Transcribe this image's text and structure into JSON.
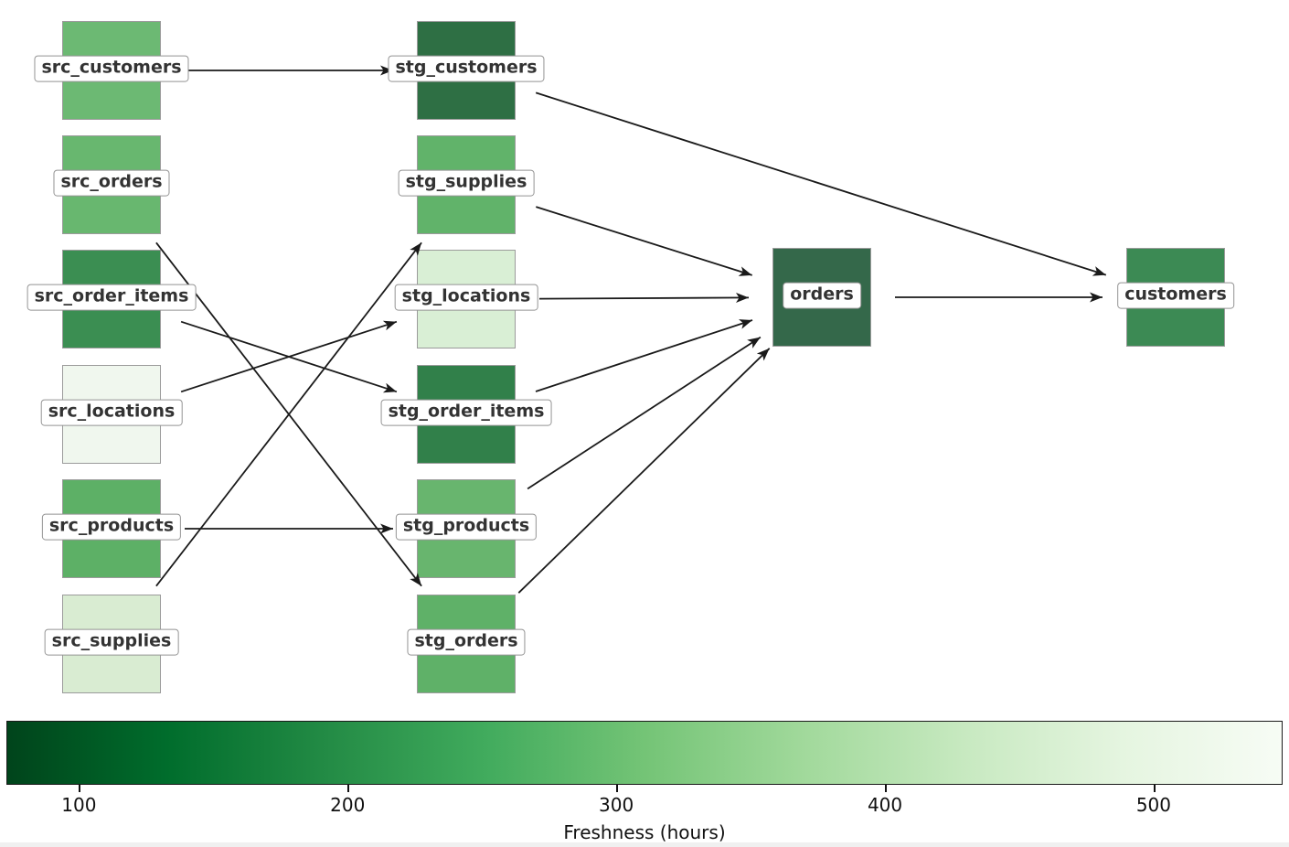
{
  "diagram": {
    "type": "dag-lineage",
    "nodes": [
      {
        "id": "src_customers",
        "label": "src_customers",
        "color": "#6cb973",
        "col": 0,
        "row": 0
      },
      {
        "id": "src_orders",
        "label": "src_orders",
        "color": "#68b76f",
        "col": 0,
        "row": 1
      },
      {
        "id": "src_order_items",
        "label": "src_order_items",
        "color": "#3b8e52",
        "col": 0,
        "row": 2
      },
      {
        "id": "src_locations",
        "label": "src_locations",
        "color": "#f0f7ee",
        "col": 0,
        "row": 3
      },
      {
        "id": "src_products",
        "label": "src_products",
        "color": "#5db066",
        "col": 0,
        "row": 4
      },
      {
        "id": "src_supplies",
        "label": "src_supplies",
        "color": "#d9ecd2",
        "col": 0,
        "row": 5
      },
      {
        "id": "stg_customers",
        "label": "stg_customers",
        "color": "#2e6f44",
        "col": 1,
        "row": 0
      },
      {
        "id": "stg_supplies",
        "label": "stg_supplies",
        "color": "#61b36a",
        "col": 1,
        "row": 1
      },
      {
        "id": "stg_locations",
        "label": "stg_locations",
        "color": "#d9efd5",
        "col": 1,
        "row": 2
      },
      {
        "id": "stg_order_items",
        "label": "stg_order_items",
        "color": "#31804a",
        "col": 1,
        "row": 3
      },
      {
        "id": "stg_products",
        "label": "stg_products",
        "color": "#68b56e",
        "col": 1,
        "row": 4
      },
      {
        "id": "stg_orders",
        "label": "stg_orders",
        "color": "#5fb168",
        "col": 1,
        "row": 5
      },
      {
        "id": "orders",
        "label": "orders",
        "color": "#34684a",
        "col": 2,
        "row": 6
      },
      {
        "id": "customers",
        "label": "customers",
        "color": "#3c8a54",
        "col": 3,
        "row": 6
      }
    ],
    "edges": [
      {
        "from": "src_customers",
        "to": "stg_customers"
      },
      {
        "from": "src_orders",
        "to": "stg_orders"
      },
      {
        "from": "src_order_items",
        "to": "stg_order_items"
      },
      {
        "from": "src_locations",
        "to": "stg_locations"
      },
      {
        "from": "src_products",
        "to": "stg_products"
      },
      {
        "from": "src_supplies",
        "to": "stg_supplies"
      },
      {
        "from": "stg_customers",
        "to": "customers"
      },
      {
        "from": "stg_supplies",
        "to": "orders"
      },
      {
        "from": "stg_locations",
        "to": "orders"
      },
      {
        "from": "stg_order_items",
        "to": "orders"
      },
      {
        "from": "stg_products",
        "to": "orders"
      },
      {
        "from": "stg_orders",
        "to": "orders"
      },
      {
        "from": "orders",
        "to": "customers"
      }
    ],
    "colorbar": {
      "label": "Freshness (hours)",
      "ticks": [
        100,
        200,
        300,
        400,
        500
      ],
      "gradient": [
        "#00441b",
        "#006d2c",
        "#238b45",
        "#41ab5d",
        "#74c476",
        "#a1d99b",
        "#c7e9c0",
        "#e5f5e0",
        "#f7fcf5"
      ]
    }
  }
}
